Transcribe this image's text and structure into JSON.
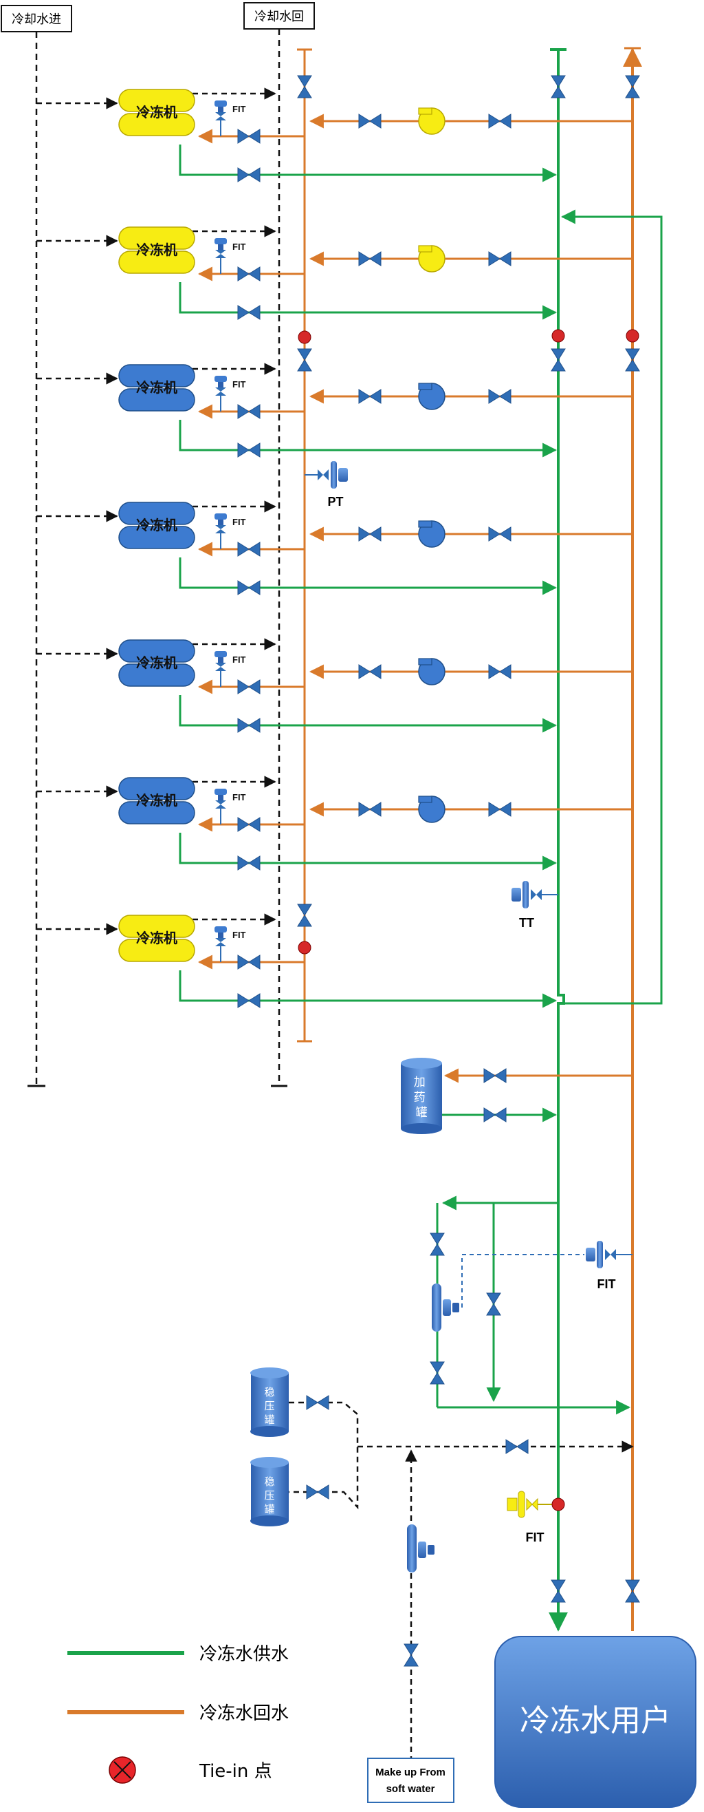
{
  "headers": {
    "cooling_in": "冷却水进",
    "cooling_return": "冷却水回"
  },
  "chillers": [
    {
      "label": "冷冻机",
      "color": "#f7ec13",
      "fit": "FIT"
    },
    {
      "label": "冷冻机",
      "color": "#f7ec13",
      "fit": "FIT"
    },
    {
      "label": "冷冻机",
      "color": "#3d7bd0",
      "fit": "FIT"
    },
    {
      "label": "冷冻机",
      "color": "#3d7bd0",
      "fit": "FIT"
    },
    {
      "label": "冷冻机",
      "color": "#3d7bd0",
      "fit": "FIT"
    },
    {
      "label": "冷冻机",
      "color": "#3d7bd0",
      "fit": "FIT"
    },
    {
      "label": "冷冻机",
      "color": "#f7ec13",
      "fit": "FIT"
    }
  ],
  "pumps": [
    {
      "color": "#f7ec13"
    },
    {
      "color": "#f7ec13"
    },
    {
      "color": "#3d7bd0"
    },
    {
      "color": "#3d7bd0"
    },
    {
      "color": "#3d7bd0"
    },
    {
      "color": "#3d7bd0"
    }
  ],
  "instruments": {
    "pt": "PT",
    "tt": "TT",
    "fit_bypass": "FIT",
    "fit_main": "FIT"
  },
  "tanks": {
    "dosing": "加药罐",
    "pressure_1": "稳压罐",
    "pressure_2": "稳压罐"
  },
  "makeup": {
    "line1": "Make up From",
    "line2": "soft  water"
  },
  "user": {
    "label": "冷冻水用户"
  },
  "legend": {
    "supply": "冷冻水供水",
    "return": "冷冻水回水",
    "tiein": "Tie-in 点"
  },
  "colors": {
    "supply": "#1aa34a",
    "return": "#d97a2b",
    "tiein": "#d62828",
    "cooling": "#111111",
    "valve": "#2f6db5"
  }
}
